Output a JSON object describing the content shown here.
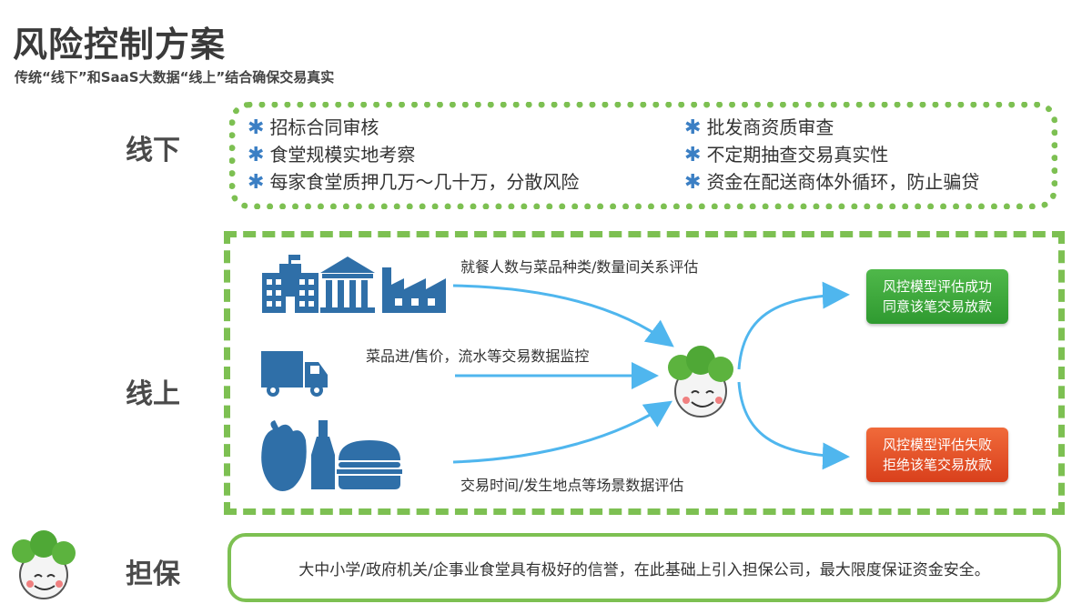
{
  "header": {
    "title": "风险控制方案",
    "subtitle": "传统“线下”和SaaS大数据“线上”结合确保交易真实"
  },
  "offline": {
    "label": "线下",
    "bullet_mark": "✱",
    "items": [
      "招标合同审核",
      "食堂规模实地考察",
      "每家食堂质押几万～几十万，分散风险",
      "批发商资质审查",
      "不定期抽查交易真实性",
      "资金在配送商体外循环，防止骗贷"
    ]
  },
  "online": {
    "label": "线上",
    "flows": [
      "就餐人数与菜品种类/数量间关系评估",
      "菜品进/售价，流水等交易数据监控",
      "交易时间/发生地点等场景数据评估"
    ],
    "results": {
      "success_line1": "风控模型评估成功",
      "success_line2": "同意该笔交易放款",
      "fail_line1": "风控模型评估失败",
      "fail_line2": "拒绝该笔交易放款"
    }
  },
  "guarantee": {
    "label": "担保",
    "text": "大中小学/政府机关/企事业食堂具有极好的信誉，在此基础上引入担保公司，最大限度保证资金安全。"
  },
  "colors": {
    "green_border": "#7dc052",
    "icon_blue": "#2f6fa8",
    "arrow_blue": "#4fb6ee",
    "star_blue": "#3b7fc4",
    "success_green": "#3aa83a",
    "fail_red": "#e04d22"
  },
  "icons": [
    "school-icon",
    "bank-icon",
    "factory-icon",
    "truck-icon",
    "pepper-icon",
    "bottle-icon",
    "burger-icon",
    "mascot-icon"
  ]
}
